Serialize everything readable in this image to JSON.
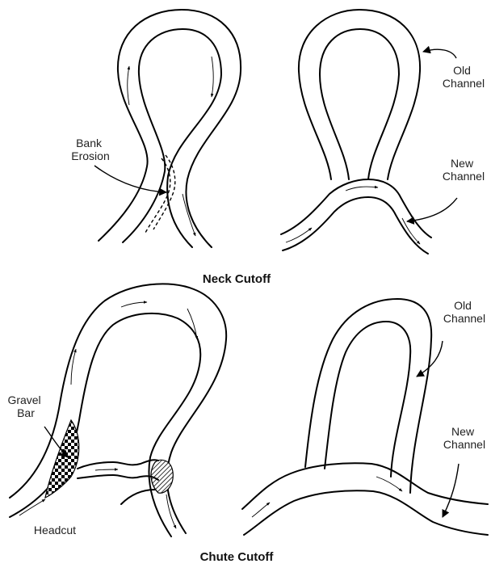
{
  "panels": {
    "neck_cutoff": {
      "title": "Neck Cutoff",
      "labels": {
        "bank_erosion": [
          "Bank",
          "Erosion"
        ],
        "old_channel": [
          "Old",
          "Channel"
        ],
        "new_channel": [
          "New",
          "Channel"
        ]
      }
    },
    "chute_cutoff": {
      "title": "Chute Cutoff",
      "labels": {
        "gravel_bar": [
          "Gravel",
          "Bar"
        ],
        "headcut": "Headcut",
        "old_channel": [
          "Old",
          "Channel"
        ],
        "new_channel": [
          "New",
          "Channel"
        ]
      }
    }
  },
  "colors": {
    "line": "#000000",
    "text": "#222222",
    "background": "#ffffff"
  }
}
